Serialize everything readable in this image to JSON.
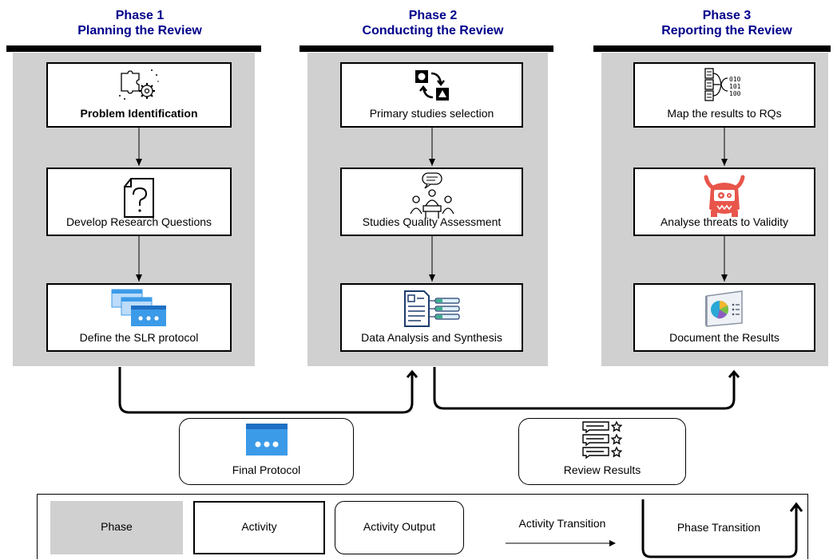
{
  "phases": [
    {
      "number": "Phase 1",
      "title": "Planning the Review",
      "activities": [
        "Problem Identification",
        "Develop Research Questions",
        "Define the SLR protocol"
      ]
    },
    {
      "number": "Phase 2",
      "title": "Conducting the Review",
      "activities": [
        "Primary studies selection",
        "Studies Quality Assessment",
        "Data Analysis and Synthesis"
      ]
    },
    {
      "number": "Phase 3",
      "title": "Reporting the Review",
      "activities": [
        "Map the results to RQs",
        "Analyse threats to Validity",
        "Document the Results"
      ]
    }
  ],
  "outputs": {
    "final_protocol": "Final Protocol",
    "review_results": "Review Results"
  },
  "legend": {
    "phase": "Phase",
    "activity": "Activity",
    "activity_output": "Activity Output",
    "activity_transition": "Activity Transition",
    "phase_transition": "Phase Transition"
  },
  "colors": {
    "phase_title": "#00008b",
    "phase_bg": "#d0d0d0",
    "accent_blue": "#3c9be8",
    "threat_red": "#e8554a"
  }
}
